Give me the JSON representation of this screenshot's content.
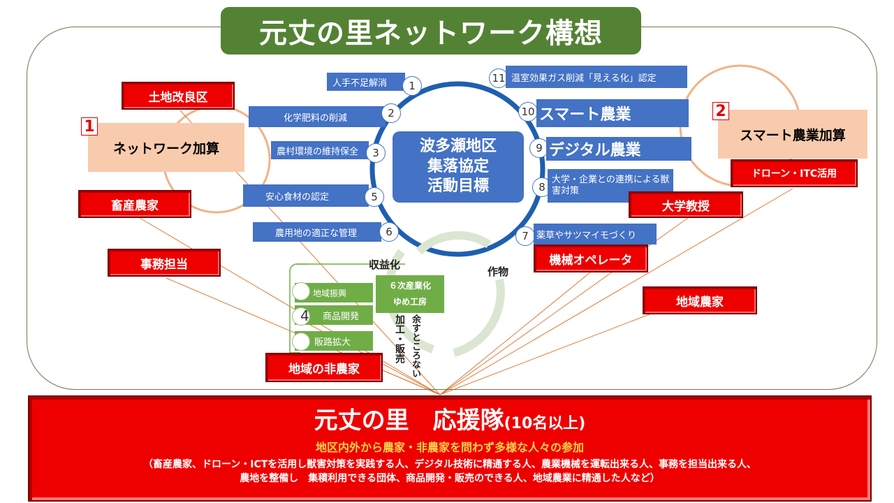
{
  "title": "元丈の里ネットワーク構想",
  "center": {
    "line1": "波多瀬地区",
    "line2": "集落協定",
    "line3": "活動目標"
  },
  "goals": [
    {
      "num": "1",
      "label": "人手不足解消"
    },
    {
      "num": "2",
      "label": "化学肥料の削減"
    },
    {
      "num": "3",
      "label": "農村環境の維持保全"
    },
    {
      "num": "5",
      "label": "安心食材の認定"
    },
    {
      "num": "6",
      "label": "農用地の適正な管理"
    },
    {
      "num": "11",
      "label": "温室効果ガス削減「見える化」認定"
    },
    {
      "num": "10",
      "label": "スマート農業"
    },
    {
      "num": "9",
      "label": "デジタル農業"
    },
    {
      "num": "8",
      "label": "大学・企業との連携による獣害対策"
    },
    {
      "num": "7",
      "label": "薬草やサツマイモづくり"
    }
  ],
  "bonus": [
    {
      "num": "1",
      "label": "ネットワーク加算"
    },
    {
      "num": "2",
      "label": "スマート農業加算"
    }
  ],
  "actors": [
    "土地改良区",
    "畜産農家",
    "事務担当",
    "地域の非農家",
    "ドローン・ITC活用",
    "大学教授",
    "機械オペレータ",
    "地域農家"
  ],
  "processing": {
    "num": "4",
    "items": [
      "地域振興",
      "商品開発",
      "販路拡大"
    ],
    "factory_line1": "６次産業化",
    "factory_line2": "ゆめ工房",
    "cycle_label_profit": "収益化",
    "cycle_label_crop": "作物",
    "cycle_label_process1": "加工・販売",
    "cycle_label_process2": "余すところない"
  },
  "supporters": {
    "title": "元丈の里　応援隊",
    "count": "(10名以上)",
    "subtitle": "地区内外から農家・非農家を問わず多様な人々の参加",
    "detail1": "（畜産農家、ドローン・ICTを活用し獣害対策を実践する人、デジタル技術に精通する人、農業機械を運転出来る人、事務を担当出来る人、",
    "detail2": "農地を整備し　集積利用できる団体、商品開発・販売のできる人、地域農業に精通した人など）"
  }
}
